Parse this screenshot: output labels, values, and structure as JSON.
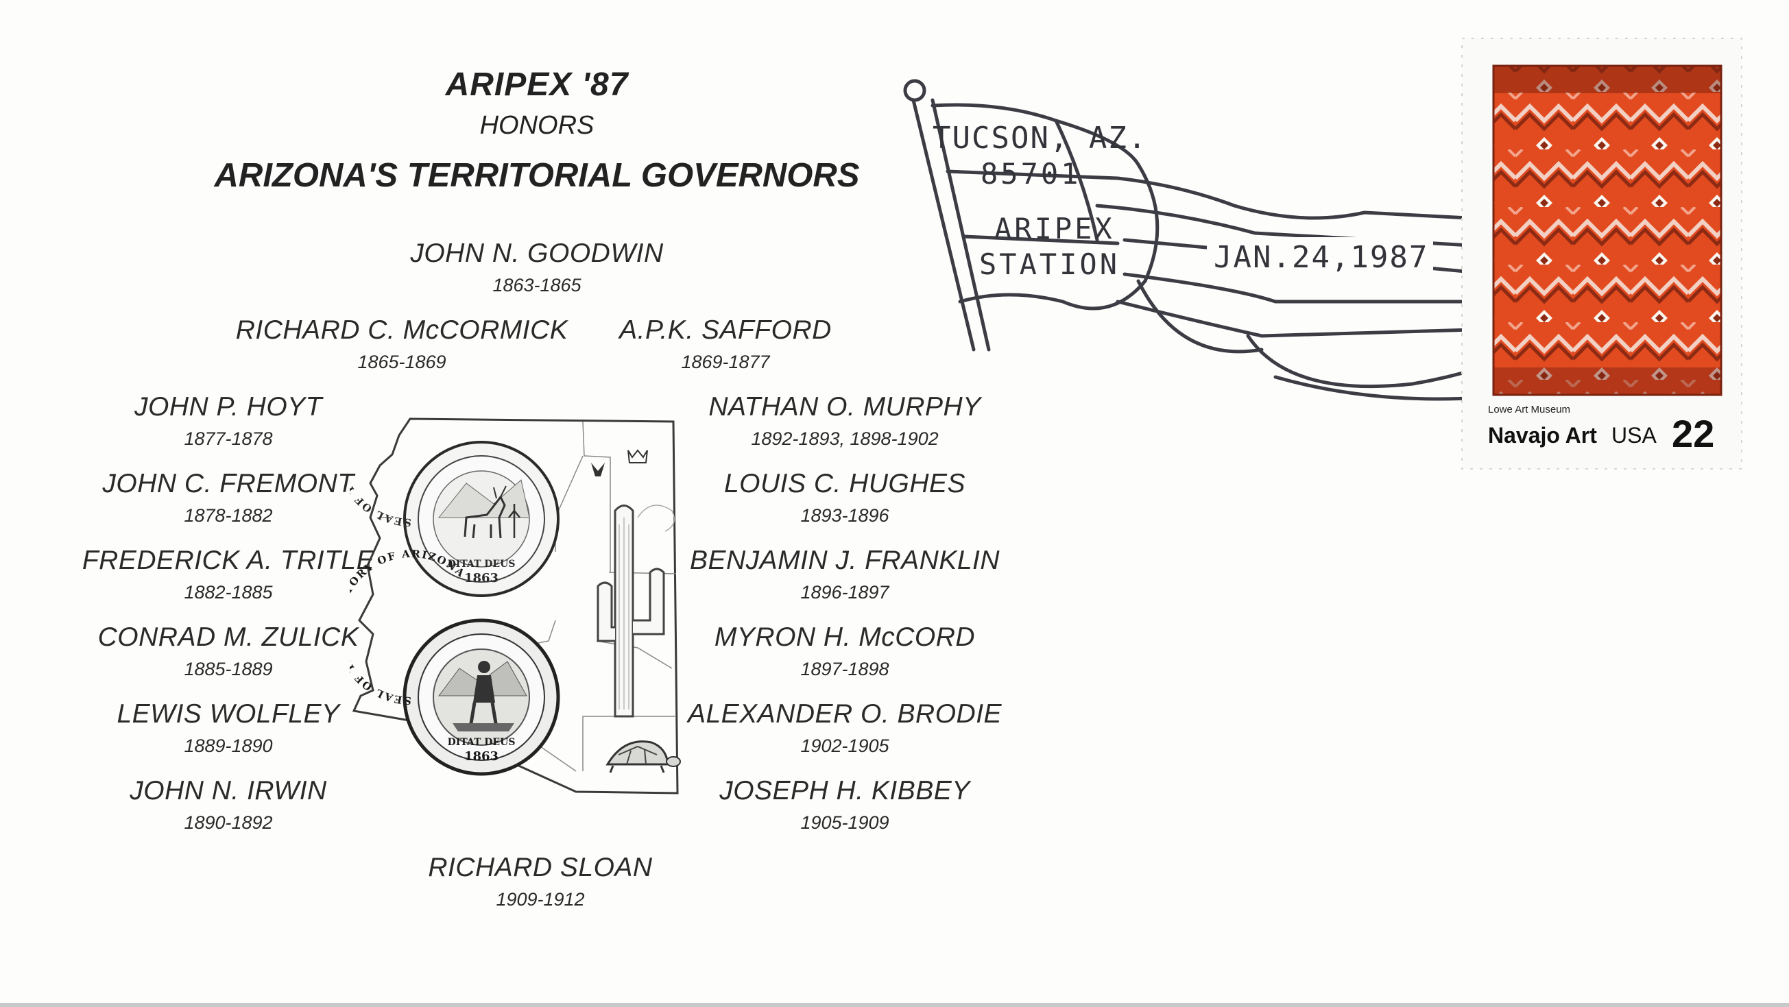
{
  "header": {
    "title": "ARIPEX '87",
    "subtitle": "HONORS",
    "heading": "ARIZONA'S TERRITORIAL GOVERNORS"
  },
  "governors": [
    {
      "name": "JOHN N. GOODWIN",
      "years": "1863-1865"
    },
    {
      "name": "RICHARD C. McCORMICK",
      "years": "1865-1869"
    },
    {
      "name": "A.P.K. SAFFORD",
      "years": "1869-1877"
    },
    {
      "name": "JOHN P. HOYT",
      "years": "1877-1878"
    },
    {
      "name": "JOHN C. FREMONT",
      "years": "1878-1882"
    },
    {
      "name": "FREDERICK A. TRITLE",
      "years": "1882-1885"
    },
    {
      "name": "CONRAD M. ZULICK",
      "years": "1885-1889"
    },
    {
      "name": "LEWIS WOLFLEY",
      "years": "1889-1890"
    },
    {
      "name": "JOHN N. IRWIN",
      "years": "1890-1892"
    },
    {
      "name": "NATHAN O. MURPHY",
      "years": "1892-1893, 1898-1902"
    },
    {
      "name": "LOUIS C. HUGHES",
      "years": "1893-1896"
    },
    {
      "name": "BENJAMIN J. FRANKLIN",
      "years": "1896-1897"
    },
    {
      "name": "MYRON H. McCORD",
      "years": "1897-1898"
    },
    {
      "name": "ALEXANDER O. BRODIE",
      "years": "1902-1905"
    },
    {
      "name": "JOSEPH H. KIBBEY",
      "years": "1905-1909"
    },
    {
      "name": "RICHARD SLOAN",
      "years": "1909-1912"
    }
  ],
  "seals": {
    "top_ring": "SEAL OF THE TERRITORY OF ARIZONA",
    "top_motto": "DITAT DEUS",
    "top_year": "1863",
    "bottom_ring": "SEAL OF THE TERRITORY OF ARIZONA",
    "bottom_motto": "DITAT DEUS",
    "bottom_year": "1863"
  },
  "postmark": {
    "city": "TUCSON, AZ.",
    "zip": "85701",
    "station_line1": "ARIPEX",
    "station_line2": "STATION",
    "date": "JAN.24,1987"
  },
  "stamp": {
    "museum": "Lowe Art Museum",
    "title": "Navajo Art",
    "country": "USA",
    "denomination": "22",
    "colors": {
      "rug_base": "#e24a1f",
      "rug_dark": "#8c2a14",
      "rug_light": "#f2d0c4",
      "rug_white": "#faf6f0"
    }
  },
  "icons": [
    "flag-cancel-icon",
    "saguaro-icon",
    "tortoise-icon",
    "bird-icon",
    "crown-icon",
    "deer-icon",
    "miner-icon"
  ]
}
